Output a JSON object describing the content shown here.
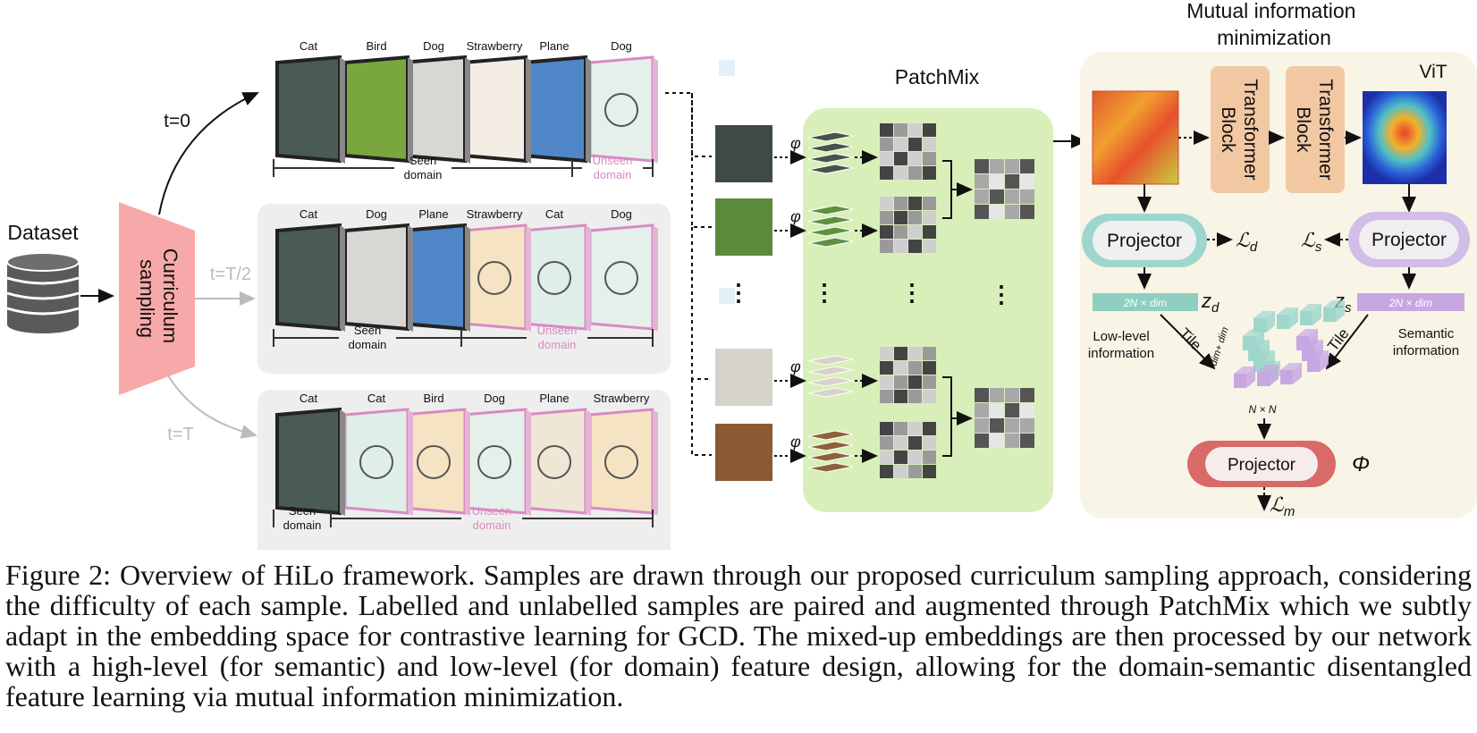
{
  "dataset": {
    "label": "Dataset"
  },
  "curriculum": {
    "line1": "Curriculum",
    "line2": "sampling"
  },
  "timesteps": {
    "t0": "t=0",
    "t_half": "t=T/2",
    "t_full": "t=T"
  },
  "row1": {
    "labels": [
      "Cat",
      "Bird",
      "Dog",
      "Strawberry",
      "Plane",
      "Dog"
    ],
    "seen": [
      "Seen",
      "domain"
    ],
    "unseen": [
      "Unseen",
      "domain"
    ]
  },
  "row2": {
    "labels": [
      "Cat",
      "Dog",
      "Plane",
      "Strawberry",
      "Cat",
      "Dog"
    ],
    "seen": [
      "Seen",
      "domain"
    ],
    "unseen": [
      "Unseen",
      "domain"
    ]
  },
  "row3": {
    "labels": [
      "Cat",
      "Cat",
      "Bird",
      "Dog",
      "Plane",
      "Strawberry"
    ],
    "seen": [
      "Seen",
      "domain"
    ],
    "unseen": [
      "Unseen",
      "domain"
    ]
  },
  "patchmix": {
    "title": "PatchMix",
    "phi": "φ",
    "dots": "⋮"
  },
  "mi": {
    "title1": "Mutual information",
    "title2": "minimization",
    "vit": "ViT",
    "block1": "Transformer Block",
    "block2": "Transformer Block",
    "projector_d": "Projector",
    "projector_s": "Projector",
    "projector_m": "Projector",
    "loss_d": "ℒ",
    "loss_d_sub": "d",
    "loss_s": "ℒ",
    "loss_s_sub": "s",
    "loss_m": "ℒ",
    "loss_m_sub": "m",
    "z_d": "z",
    "z_d_sub": "d",
    "z_s": "z",
    "z_s_sub": "s",
    "dim_d": "2N × dim",
    "dim_s": "2N × dim",
    "low_level": [
      "Low-level",
      "information"
    ],
    "semantic": [
      "Semantic",
      "information"
    ],
    "tile": "Tile",
    "nxn": "N × N",
    "big_phi": "Φ",
    "cube_dim1": "dim",
    "cube_dim2": "+ dim"
  },
  "caption": {
    "fig": "Figure 2:",
    "text": "Overview of HiLo framework. Samples are drawn through our proposed curriculum sampling approach, considering the difficulty of each sample. Labelled and unlabelled samples are paired and augmented through PatchMix which we subtly adapt in the embedding space for contrastive learning for GCD. The mixed-up embeddings are then processed by our network with a high-level (for semantic) and low-level (for domain) feature design, allowing for the domain-semantic disentangled feature learning via mutual information minimization."
  },
  "colors": {
    "curriculum": "#f6a9a8",
    "patchmix_bg": "#d9efb9",
    "mi_bg": "#f8f4e6",
    "transformer": "#f2c8a3",
    "projector_teal": "#9fd6cc",
    "projector_purple": "#d2bde8",
    "projector_red": "#d86a68",
    "seen_frame": "#222222",
    "unseen_frame": "#d98ac3",
    "row_bg": "#eeeeee"
  }
}
